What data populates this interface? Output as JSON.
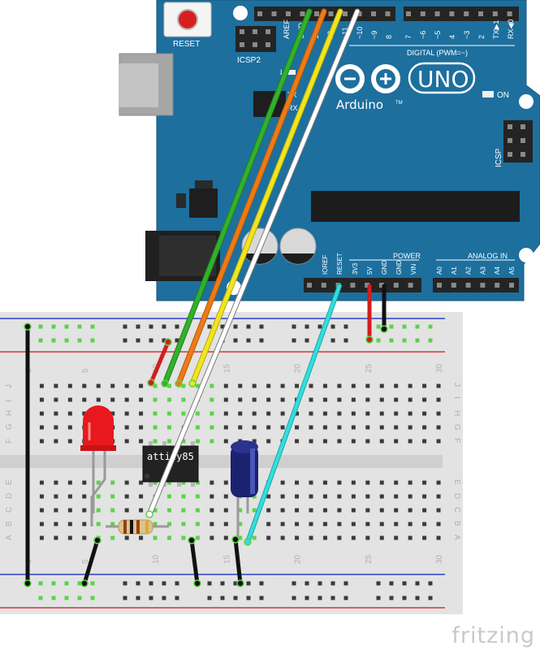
{
  "board": {
    "reset": "RESET",
    "icsp2": "ICSP2",
    "icsp": "ICSP",
    "on": "ON",
    "uno": "UNO",
    "brand": "Arduino",
    "tm": "TM",
    "tx": "TX",
    "rx": "RX",
    "l": "L",
    "digital": "DIGITAL (PWM=~)",
    "digital_pins": [
      "AREF",
      "GND",
      "13",
      "12",
      "~11",
      "~10",
      "~9",
      "8",
      "7",
      "~6",
      "~5",
      "4",
      "~3",
      "2",
      "TX▶1",
      "RX◀0"
    ],
    "power_label": "POWER",
    "power_pins": [
      "IOREF",
      "RESET",
      "3V3",
      "5V",
      "GND",
      "GND",
      "VIN"
    ],
    "analog_label": "ANALOG IN",
    "analog_pins": [
      "A0",
      "A1",
      "A2",
      "A3",
      "A4",
      "A5"
    ]
  },
  "breadboard": {
    "row_letters_top": [
      "J",
      "I",
      "H",
      "G",
      "F"
    ],
    "row_letters_bottom": [
      "E",
      "D",
      "C",
      "B",
      "A"
    ],
    "column_numbers": [
      "1",
      "5",
      "10",
      "15",
      "20",
      "25",
      "30"
    ]
  },
  "chip": {
    "label": "attiny85"
  },
  "footer": {
    "logo": "fritzing"
  },
  "colors": {
    "board": "#1d6f9e",
    "header": "#242424",
    "breadboard": "#e3e3e3",
    "rail_red": "#d93232",
    "rail_blue": "#2d3fd0",
    "hole_green": "#5dd24a",
    "wire_green": "#33b02c",
    "wire_orange": "#ee7a16",
    "wire_yellow": "#f2e51e",
    "wire_white": "#ffffff",
    "wire_cyan": "#33dede",
    "wire_red": "#d11e1e",
    "wire_black": "#111111",
    "led": "#e8181c",
    "capacitor": "#1b2270"
  }
}
